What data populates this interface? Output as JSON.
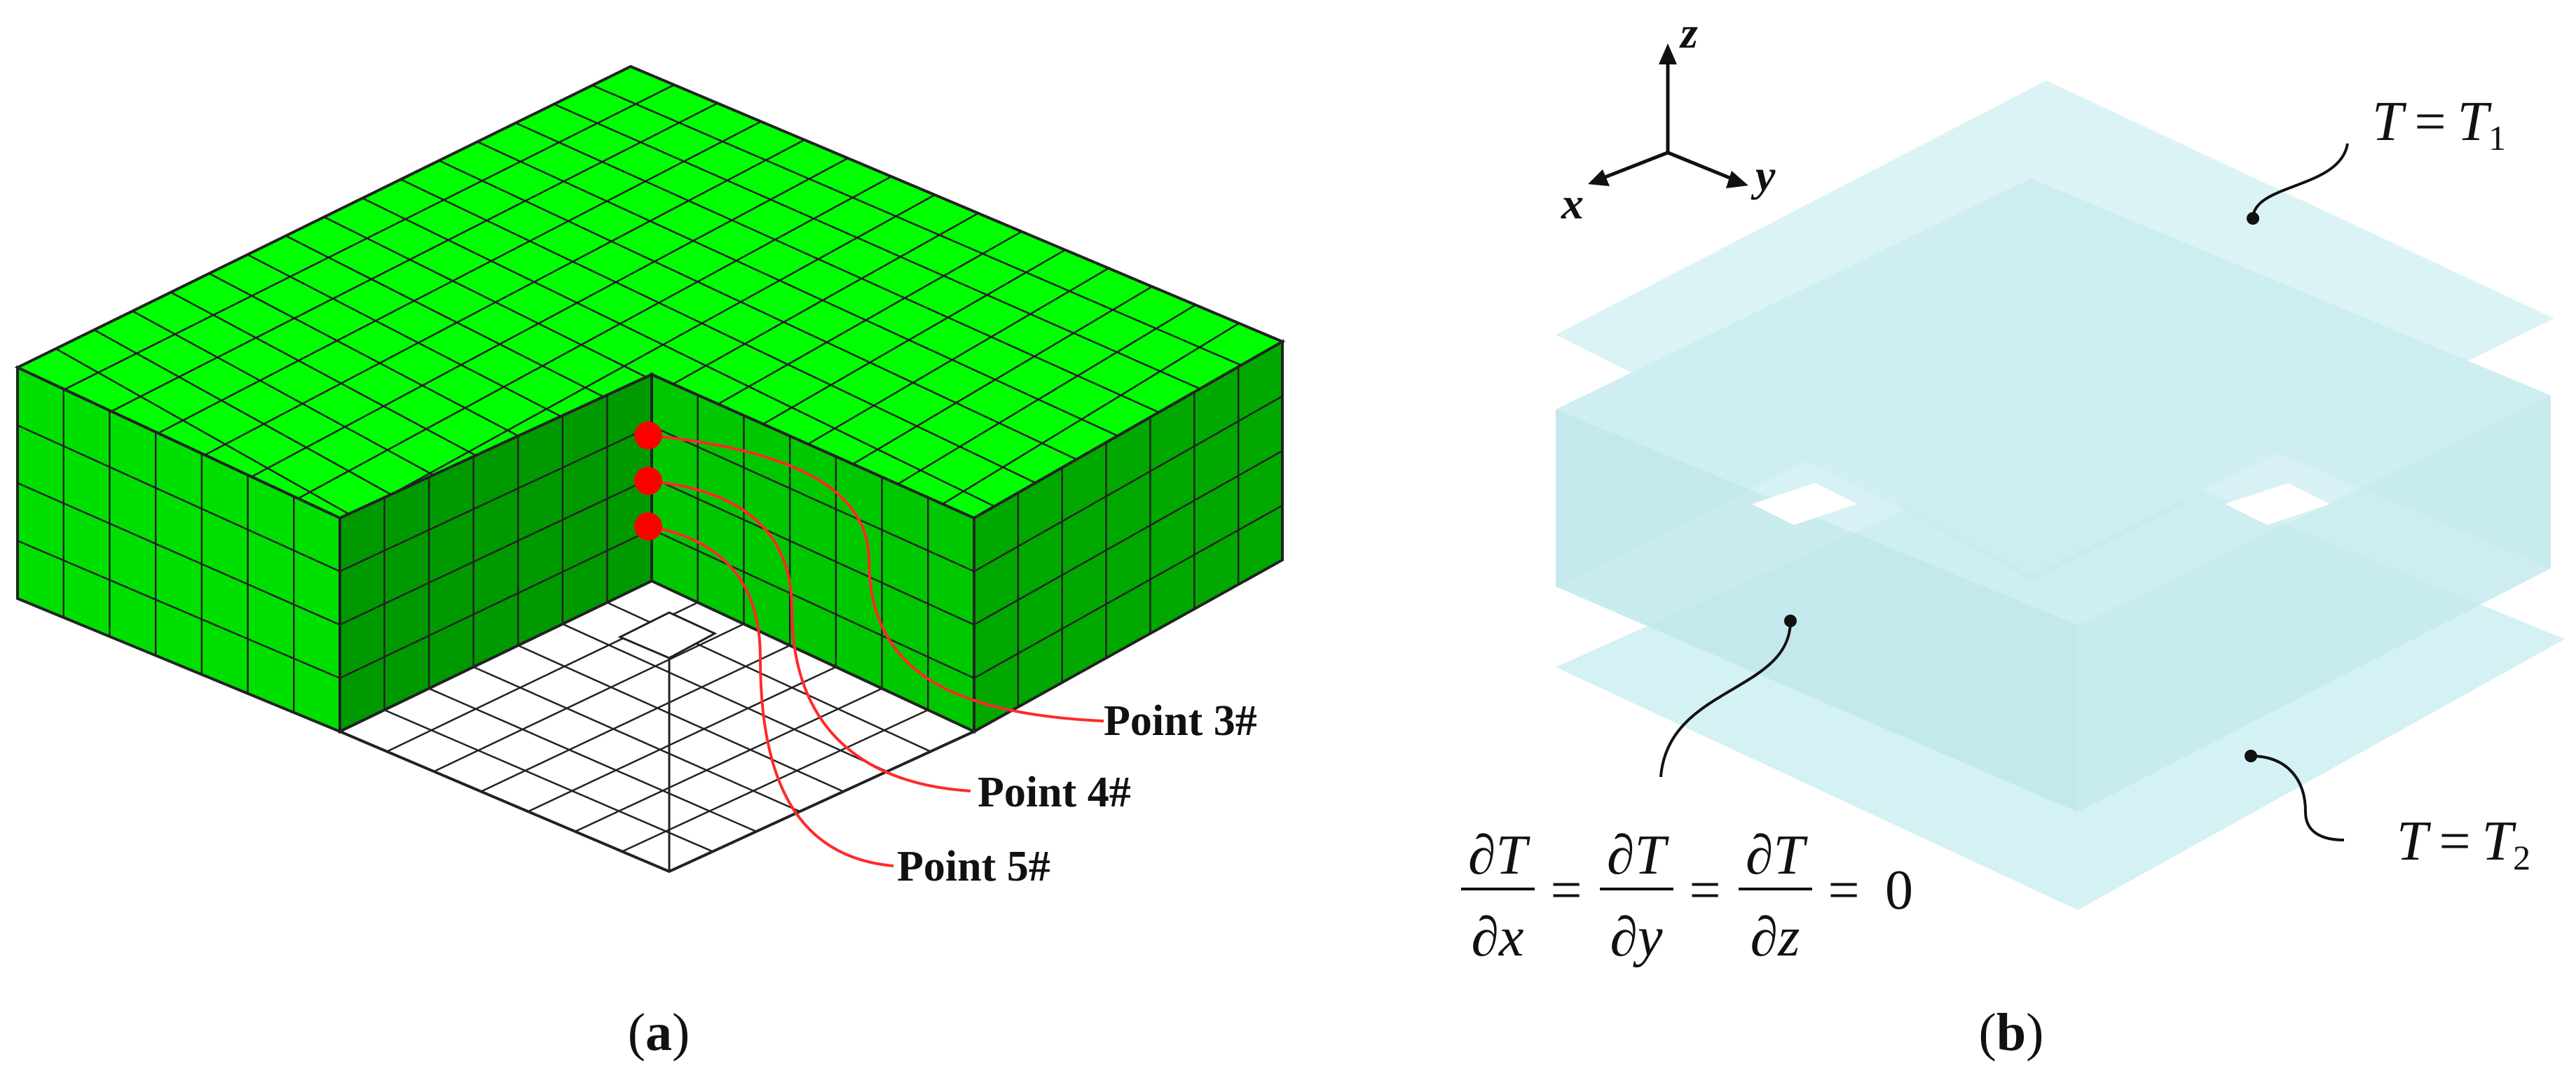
{
  "panel_a": {
    "point_labels": [
      "Point 3#",
      "Point 4#",
      "Point 5#"
    ],
    "caption_letter": "a",
    "colors": {
      "top": "#00ff00",
      "side_light": "#00e000",
      "side_dark": "#009a00",
      "point": "#ff0000",
      "leader": "#ff2a2a"
    }
  },
  "panel_b": {
    "axis_labels": {
      "x": "x",
      "y": "y",
      "z": "z"
    },
    "bc_top": {
      "lhs": "T",
      "eq": "=",
      "rhs": "T",
      "sub": "1"
    },
    "bc_bottom": {
      "lhs": "T",
      "eq": "=",
      "rhs": "T",
      "sub": "2"
    },
    "bc_side": {
      "num": "∂T",
      "dens": [
        "∂x",
        "∂y",
        "∂z"
      ],
      "eq": "=",
      "zero": "0"
    },
    "caption_letter": "b",
    "colors": {
      "plate": "#cdeef1",
      "plate_alpha": 0.85
    }
  }
}
